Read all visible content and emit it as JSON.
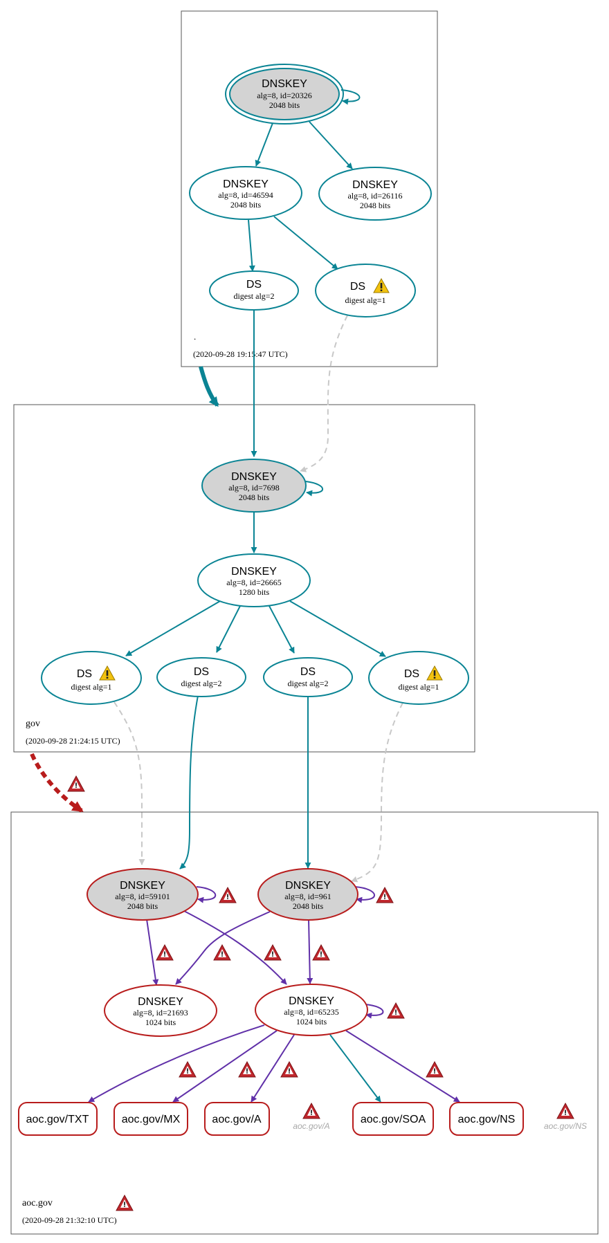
{
  "colors": {
    "teal": "#0a8494",
    "purple": "#6030a8",
    "error_red": "#b81c1c",
    "warn_yellow": "#f2c20f",
    "dashed_grey": "#c8c8c8",
    "node_grey": "#d3d3d3",
    "zone_border": "#555555"
  },
  "icons": {
    "warning": "warning-triangle-icon",
    "error": "error-triangle-icon"
  },
  "zones": [
    {
      "id": "root",
      "name": ".",
      "timestamp": "(2020-09-28 19:15:47 UTC)"
    },
    {
      "id": "gov",
      "name": "gov",
      "timestamp": "(2020-09-28 21:24:15 UTC)"
    },
    {
      "id": "aoc",
      "name": "aoc.gov",
      "timestamp": "(2020-09-28 21:32:10 UTC)"
    }
  ],
  "nodes": {
    "root_ksk": {
      "title": "DNSKEY",
      "detail1": "alg=8, id=20326",
      "detail2": "2048 bits"
    },
    "root_zsk1": {
      "title": "DNSKEY",
      "detail1": "alg=8, id=46594",
      "detail2": "2048 bits"
    },
    "root_zsk2": {
      "title": "DNSKEY",
      "detail1": "alg=8, id=26116",
      "detail2": "2048 bits"
    },
    "root_ds2": {
      "title": "DS",
      "detail1": "digest alg=2"
    },
    "root_ds1": {
      "title": "DS",
      "detail1": "digest alg=1"
    },
    "gov_ksk": {
      "title": "DNSKEY",
      "detail1": "alg=8, id=7698",
      "detail2": "2048 bits"
    },
    "gov_zsk": {
      "title": "DNSKEY",
      "detail1": "alg=8, id=26665",
      "detail2": "1280 bits"
    },
    "gov_ds_a": {
      "title": "DS",
      "detail1": "digest alg=1"
    },
    "gov_ds_b": {
      "title": "DS",
      "detail1": "digest alg=2"
    },
    "gov_ds_c": {
      "title": "DS",
      "detail1": "digest alg=2"
    },
    "gov_ds_d": {
      "title": "DS",
      "detail1": "digest alg=1"
    },
    "aoc_ksk1": {
      "title": "DNSKEY",
      "detail1": "alg=8, id=59101",
      "detail2": "2048 bits"
    },
    "aoc_ksk2": {
      "title": "DNSKEY",
      "detail1": "alg=8, id=961",
      "detail2": "2048 bits"
    },
    "aoc_zsk1": {
      "title": "DNSKEY",
      "detail1": "alg=8, id=21693",
      "detail2": "1024 bits"
    },
    "aoc_zsk2": {
      "title": "DNSKEY",
      "detail1": "alg=8, id=65235",
      "detail2": "1024 bits"
    }
  },
  "records": [
    {
      "label": "aoc.gov/TXT"
    },
    {
      "label": "aoc.gov/MX"
    },
    {
      "label": "aoc.gov/A"
    },
    {
      "label": "aoc.gov/SOA"
    },
    {
      "label": "aoc.gov/NS"
    }
  ],
  "missing_records": [
    {
      "label": "aoc.gov/A"
    },
    {
      "label": "aoc.gov/NS"
    }
  ]
}
